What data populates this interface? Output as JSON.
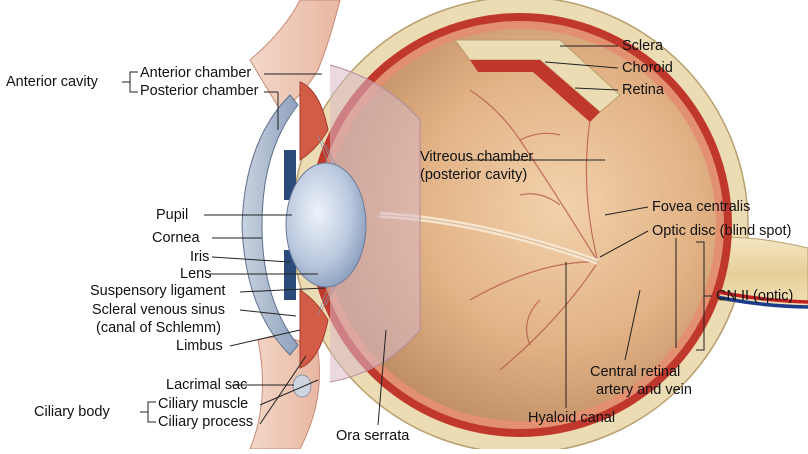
{
  "labels": {
    "sclera": "Sclera",
    "choroid": "Choroid",
    "retina": "Retina",
    "anterior_cavity": "Anterior cavity",
    "anterior_chamber": "Anterior chamber",
    "posterior_chamber": "Posterior chamber",
    "vitreous_chamber_1": "Vitreous chamber",
    "vitreous_chamber_2": "(posterior cavity)",
    "fovea_centralis": "Fovea centralis",
    "optic_disc": "Optic disc (blind spot)",
    "pupil": "Pupil",
    "cornea": "Cornea",
    "iris": "Iris",
    "lens": "Lens",
    "suspensory_ligament": "Suspensory ligament",
    "scleral_venous_sinus_1": "Scleral venous sinus",
    "scleral_venous_sinus_2": "(canal of Schlemm)",
    "limbus": "Limbus",
    "cn_ii": "CN II (optic)",
    "central_retinal_1": "Central retinal",
    "central_retinal_2": "artery and vein",
    "lacrimal_sac": "Lacrimal sac",
    "ciliary_body": "Ciliary body",
    "ciliary_muscle": "Ciliary muscle",
    "ciliary_process": "Ciliary process",
    "hyaloid_canal": "Hyaloid canal",
    "ora_serrata": "Ora serrata"
  },
  "colors": {
    "sclera": "#ecdcb4",
    "choroid": "#c0382c",
    "retina": "#e29070",
    "vitreous": "#e6b98e",
    "iris": "#2a4a7a",
    "lens": "#b8c6dc",
    "ciliary": "#d35c46",
    "artery": "#c22020",
    "vein": "#1c3c8c"
  }
}
